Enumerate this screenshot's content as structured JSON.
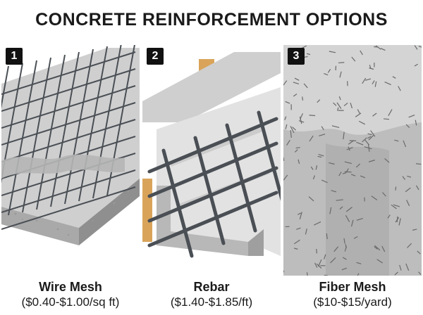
{
  "title": "CONCRETE REINFORCEMENT OPTIONS",
  "options": [
    {
      "number": "1",
      "name": "Wire Mesh",
      "price": "($0.40-$1.00/sq ft)"
    },
    {
      "number": "2",
      "name": "Rebar",
      "price": "($1.40-$1.85/ft)"
    },
    {
      "number": "3",
      "name": "Fiber Mesh",
      "price": "($10-$15/yard)"
    }
  ],
  "colors": {
    "concrete": "#c9c9c9",
    "concrete_dark": "#9a9a9a",
    "steel": "#4a4f55",
    "wood": "#d9a45a",
    "badge": "#111111"
  }
}
